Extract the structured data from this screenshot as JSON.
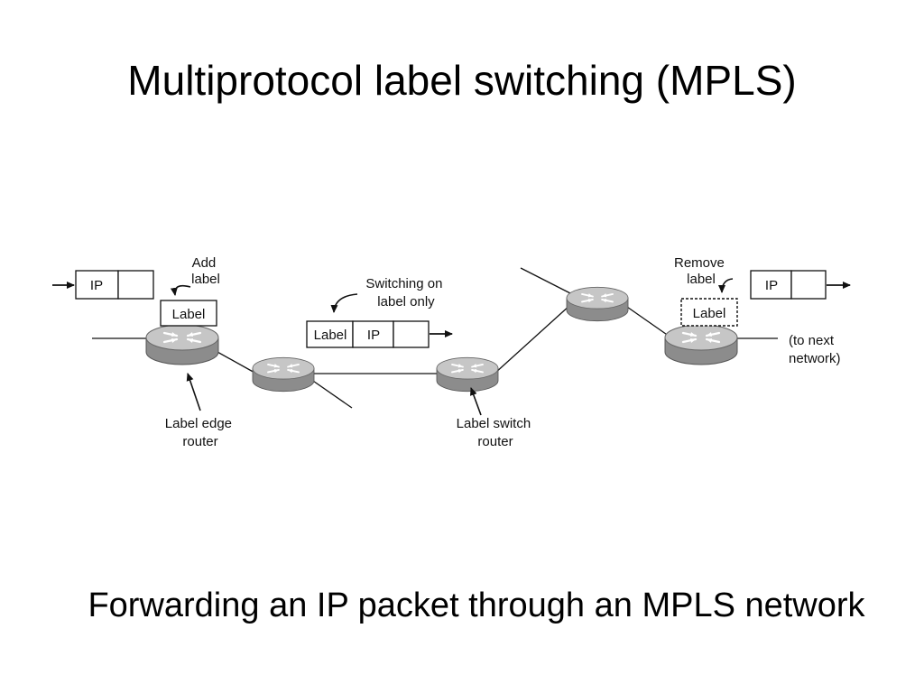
{
  "slide": {
    "title": "Multiprotocol label switching (MPLS)",
    "caption": "Forwarding an IP packet through an MPLS network"
  },
  "diagram": {
    "packets": {
      "incoming_ip": "IP",
      "added_label": "Label",
      "middle_label": "Label",
      "middle_ip": "IP",
      "removed_label": "Label",
      "outgoing_ip": "IP"
    },
    "annotations": {
      "add_label": [
        "Add",
        "label"
      ],
      "switching": [
        "Switching on",
        "label only"
      ],
      "remove_label": [
        "Remove",
        "label"
      ],
      "to_next_network": [
        "(to next",
        "network)"
      ],
      "label_edge_router": [
        "Label edge",
        "router"
      ],
      "label_switch_router": [
        "Label switch",
        "router"
      ]
    },
    "icons": {
      "router": "router-icon",
      "arrow": "arrow-icon"
    },
    "colors": {
      "router_top": "#c4c4c4",
      "router_body": "#8a8a8a",
      "line": "#111111"
    }
  }
}
